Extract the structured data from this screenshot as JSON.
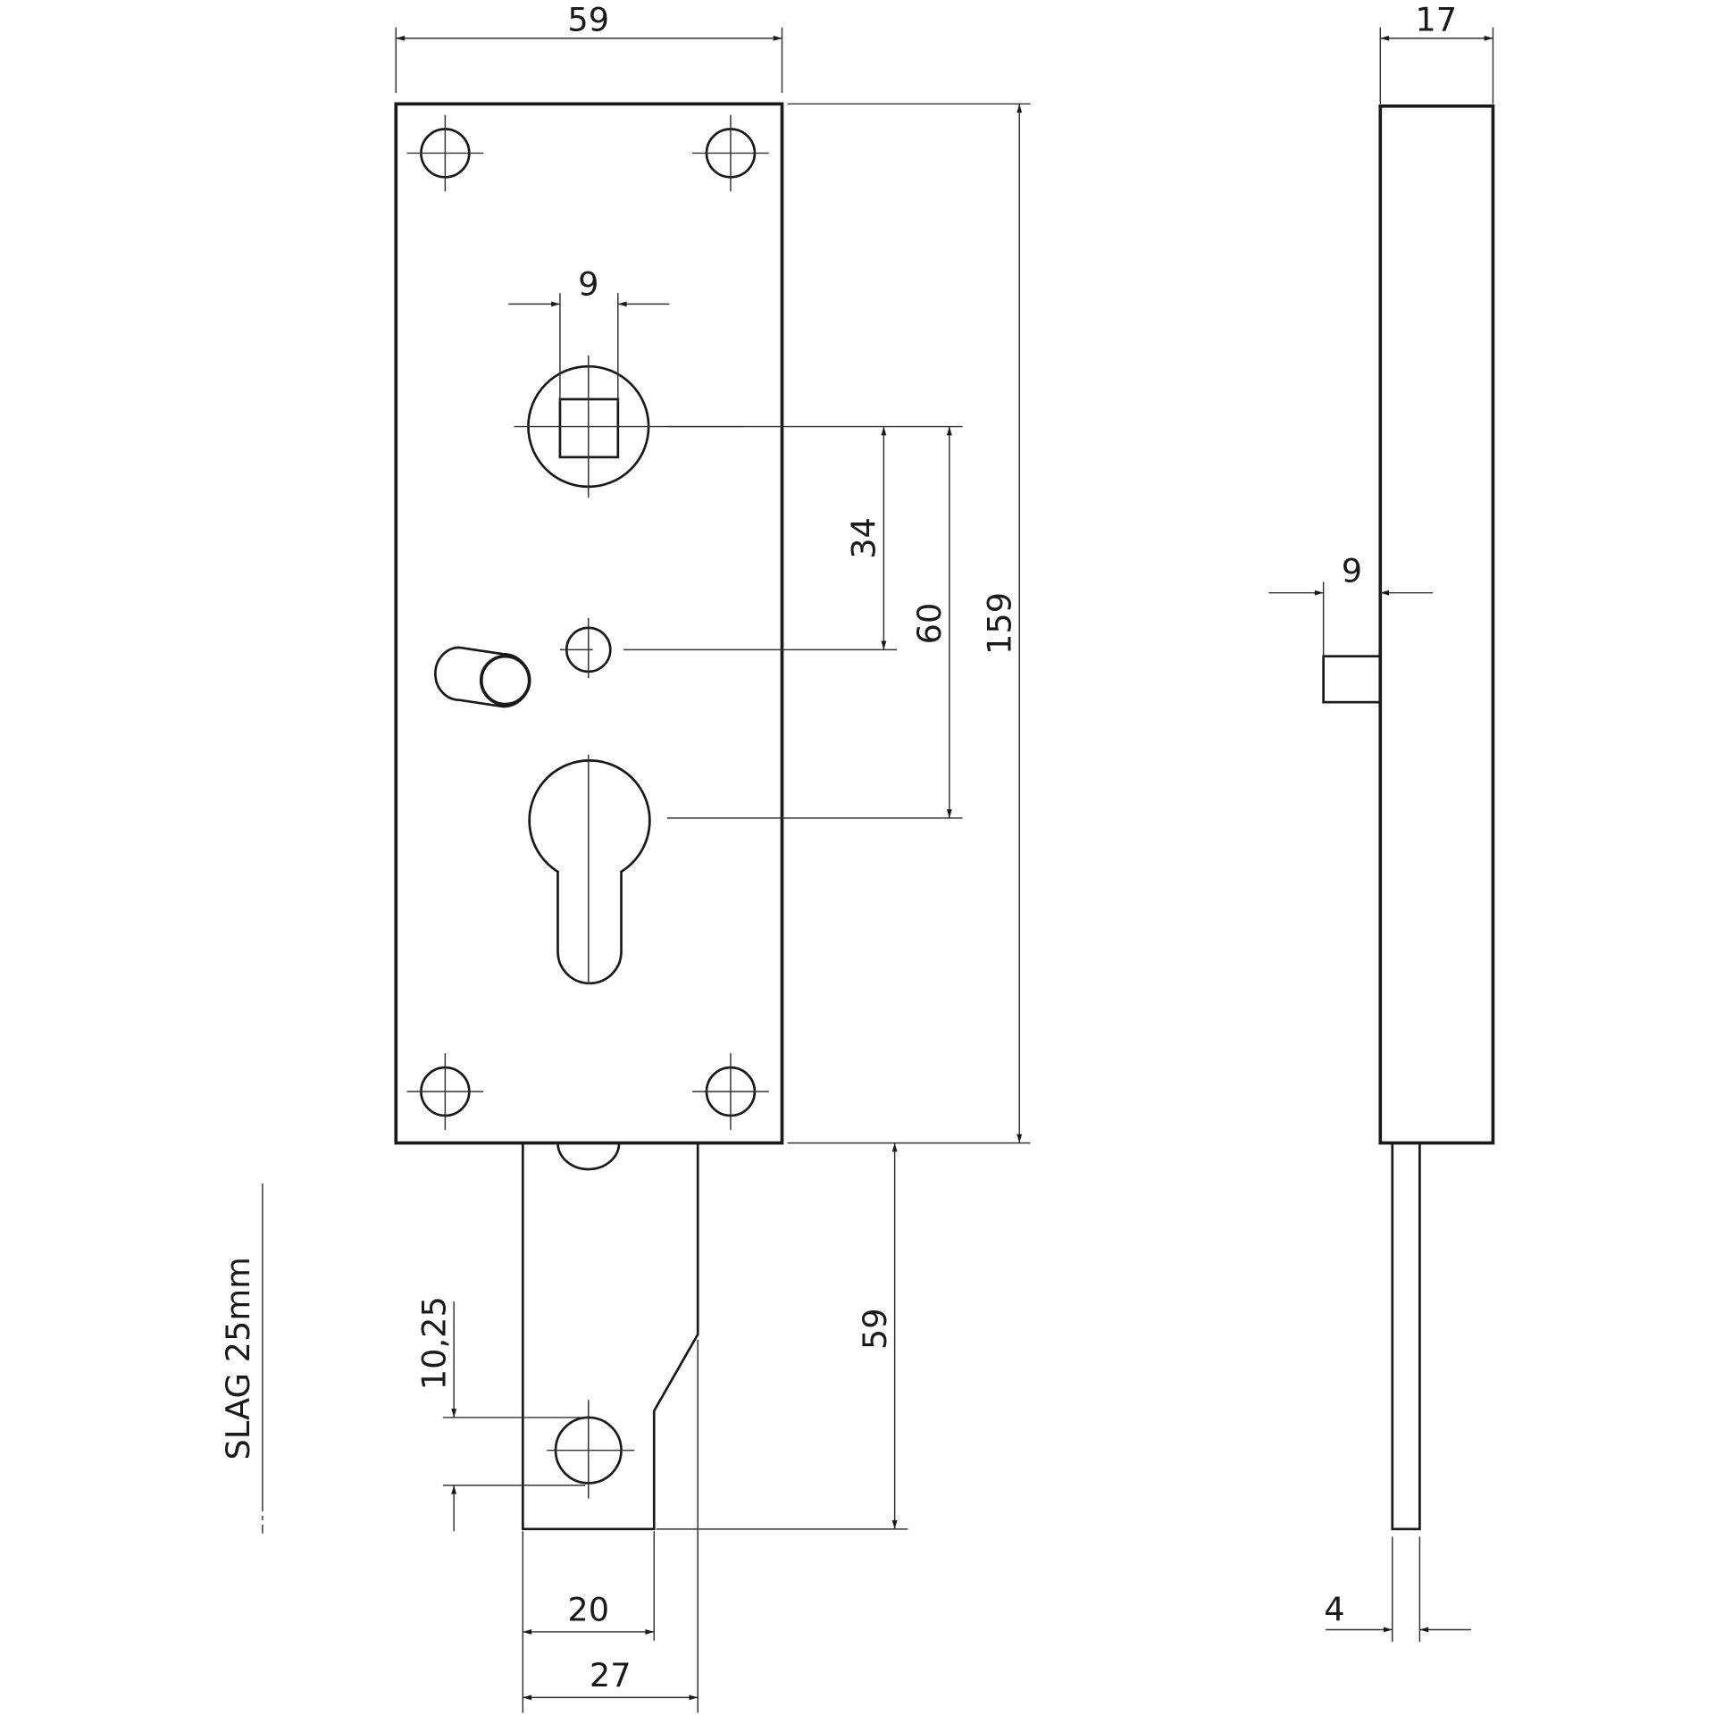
{
  "dimensions": {
    "plate_width": "59",
    "spindle_width": "9",
    "spindle_to_center_hole": "34",
    "spindle_to_cylinder": "60",
    "plate_height": "159",
    "bolt_length": "59",
    "bolt_hole_offset": "10,25",
    "bolt_inner_width": "20",
    "bolt_width": "27",
    "side_depth": "17",
    "side_pin_length": "9",
    "side_bolt_thickness": "4"
  },
  "labels": {
    "stroke": "SLAG 25mm"
  }
}
